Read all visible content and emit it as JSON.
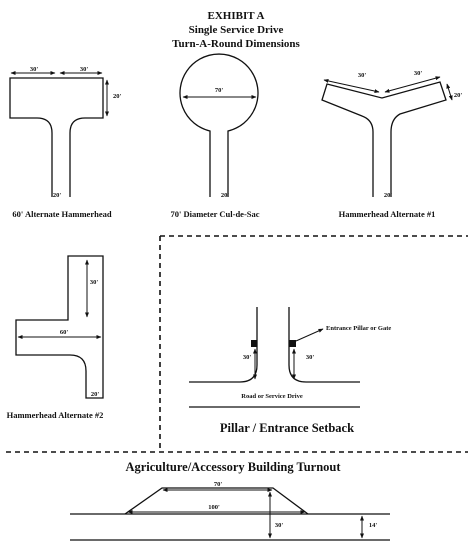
{
  "header": {
    "exhibit": "EXHIBIT A",
    "subtitle": "Single Service Drive",
    "subtitle2": "Turn-A-Round Dimensions"
  },
  "hammerhead60": {
    "dim_left": "30'",
    "dim_right": "30'",
    "dim_depth": "20'",
    "dim_stem": "20'",
    "caption": "60' Alternate Hammerhead"
  },
  "culdesac": {
    "dim_diameter": "70'",
    "dim_stem": "20'",
    "caption": "70' Diameter  Cul-de-Sac"
  },
  "hammerhead1": {
    "dim_left": "30'",
    "dim_right": "30'",
    "dim_depth": "20'",
    "dim_stem": "20'",
    "caption": "Hammerhead Alternate #1"
  },
  "hammerhead2": {
    "dim_upper": "30'",
    "dim_width": "60'",
    "dim_stem": "20'",
    "caption": "Hammerhead Alternate #2"
  },
  "pillar": {
    "gate_label": "Entrance Pillar or Gate",
    "setback_left": "30'",
    "setback_right": "30'",
    "road_label": "Road or Service Drive",
    "caption": "Pillar / Entrance Setback"
  },
  "turnout": {
    "title": "Agriculture/Accessory Building Turnout",
    "dim_top": "70'",
    "dim_base": "100'",
    "dim_depth": "30'",
    "dim_road": "14'"
  }
}
